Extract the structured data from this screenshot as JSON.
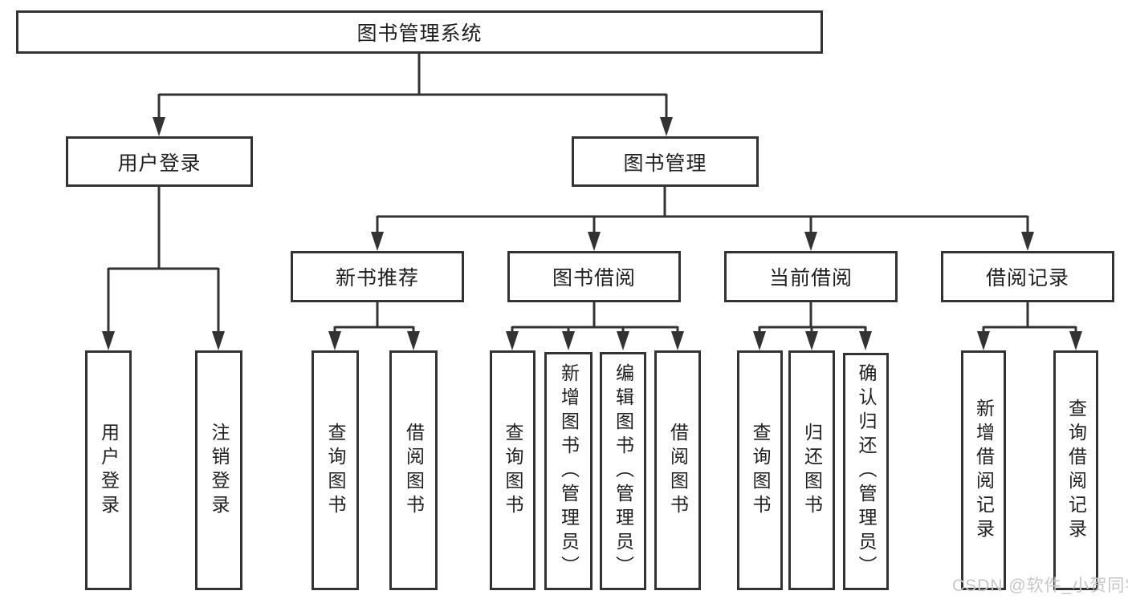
{
  "diagram": {
    "root": "图书管理系统",
    "branches": {
      "user": {
        "label": "用户登录",
        "children": [
          "用户登录",
          "注销登录"
        ]
      },
      "book": {
        "label": "图书管理",
        "groups": [
          {
            "label": "新书推荐",
            "children": [
              "查询图书",
              "借阅图书"
            ]
          },
          {
            "label": "图书借阅",
            "children": [
              "查询图书",
              "新增图书（管理员）",
              "编辑图书（管理员）",
              "借阅图书"
            ]
          },
          {
            "label": "当前借阅",
            "children": [
              "查询图书",
              "归还图书",
              "确认归还（管理员）"
            ]
          },
          {
            "label": "借阅记录",
            "children": [
              "新增借阅记录",
              "查询借阅记录"
            ]
          }
        ]
      }
    }
  },
  "watermark": "CSDN @软件_小贺同学",
  "colors": {
    "background": "#ffffff",
    "line": "#333333",
    "box_border": "#333333",
    "text": "#1f1f1f",
    "watermark": "#c6c6c6"
  }
}
